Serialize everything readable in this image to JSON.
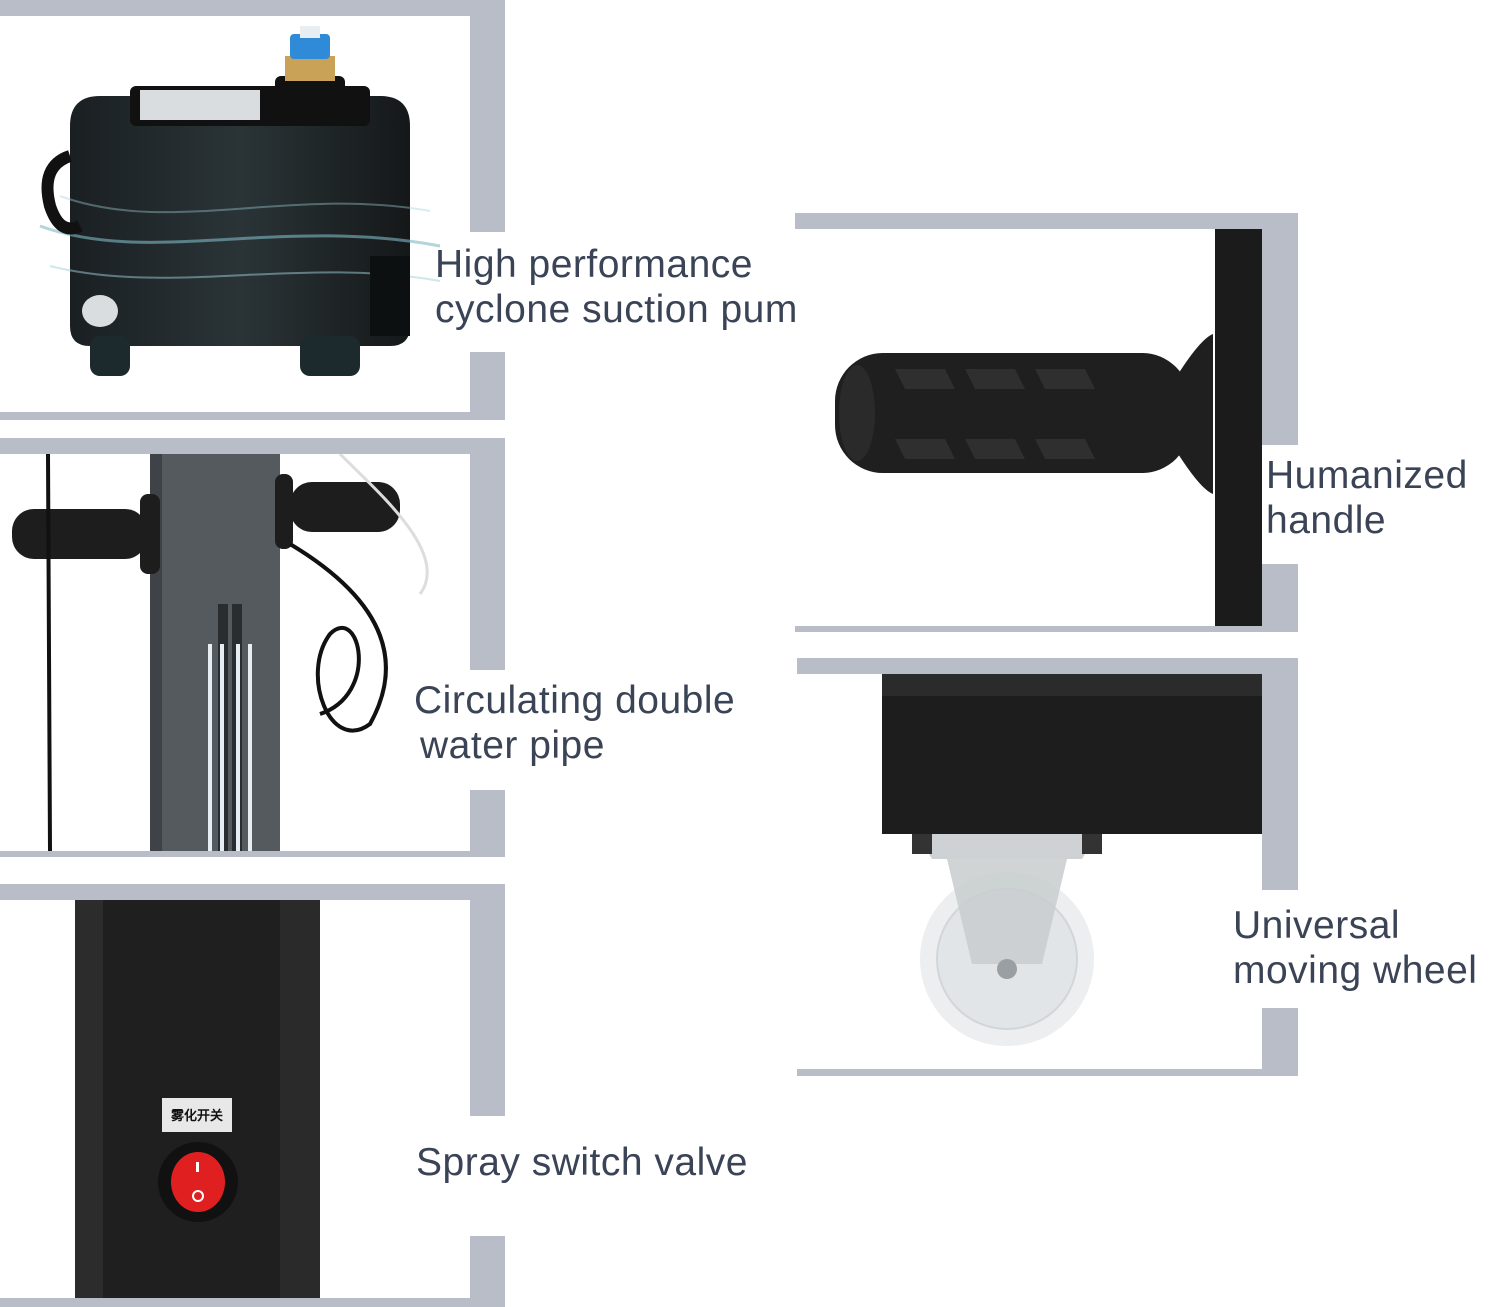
{
  "features": [
    {
      "id": "pump",
      "lines": [
        "High performance",
        "cyclone suction pump"
      ]
    },
    {
      "id": "pipe",
      "lines": [
        "Circulating double",
        "water pipe"
      ]
    },
    {
      "id": "switch",
      "lines": [
        "Spray switch valve"
      ],
      "switch_label": "雾化开关"
    },
    {
      "id": "handle",
      "lines": [
        "Humanized",
        "handle"
      ]
    },
    {
      "id": "wheel",
      "lines": [
        "Universal",
        "moving wheel"
      ]
    }
  ],
  "colors": {
    "frame": "#b8bdc8",
    "caption": "#3a4456",
    "product": "#222222",
    "switch_red": "#e02020"
  }
}
